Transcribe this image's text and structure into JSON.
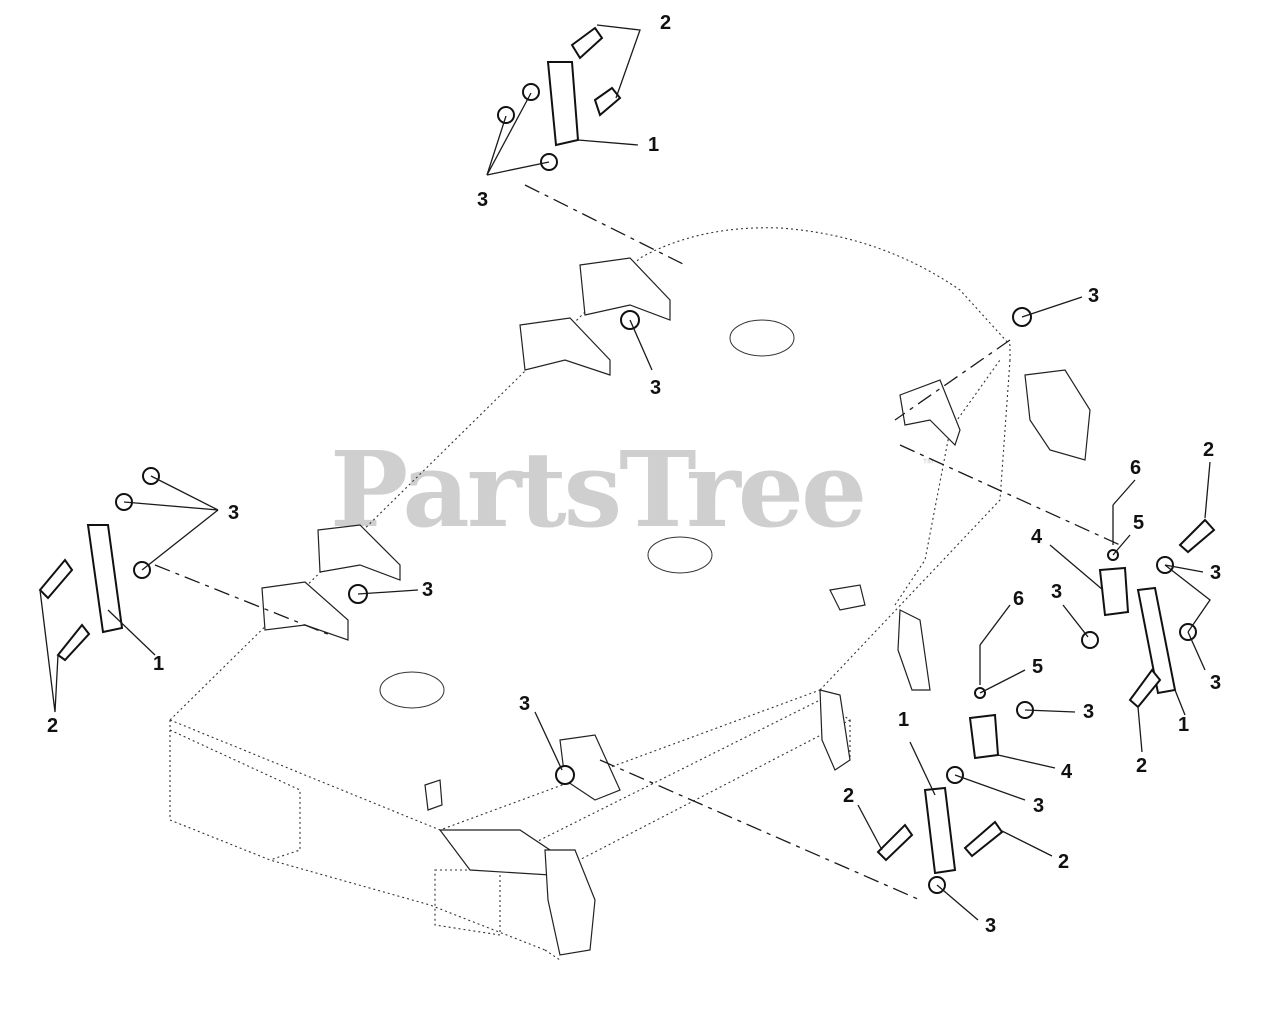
{
  "watermark": {
    "text": "PartsTree",
    "trademark": "™"
  },
  "callouts": [
    {
      "id": "c1",
      "label": "2"
    },
    {
      "id": "c2",
      "label": "1"
    },
    {
      "id": "c3",
      "label": "3"
    },
    {
      "id": "c4",
      "label": "3"
    },
    {
      "id": "c5",
      "label": "3"
    },
    {
      "id": "c6",
      "label": "3"
    },
    {
      "id": "c7",
      "label": "3"
    },
    {
      "id": "c8",
      "label": "1"
    },
    {
      "id": "c9",
      "label": "2"
    },
    {
      "id": "c10",
      "label": "3"
    },
    {
      "id": "c11",
      "label": "2"
    },
    {
      "id": "c12",
      "label": "6"
    },
    {
      "id": "c13",
      "label": "5"
    },
    {
      "id": "c14",
      "label": "4"
    },
    {
      "id": "c15",
      "label": "3"
    },
    {
      "id": "c16",
      "label": "3"
    },
    {
      "id": "c17",
      "label": "3"
    },
    {
      "id": "c18",
      "label": "1"
    },
    {
      "id": "c19",
      "label": "2"
    },
    {
      "id": "c20",
      "label": "6"
    },
    {
      "id": "c21",
      "label": "5"
    },
    {
      "id": "c22",
      "label": "3"
    },
    {
      "id": "c23",
      "label": "4"
    },
    {
      "id": "c24",
      "label": "1"
    },
    {
      "id": "c25",
      "label": "2"
    },
    {
      "id": "c26",
      "label": "3"
    },
    {
      "id": "c27",
      "label": "2"
    },
    {
      "id": "c28",
      "label": "3"
    }
  ]
}
